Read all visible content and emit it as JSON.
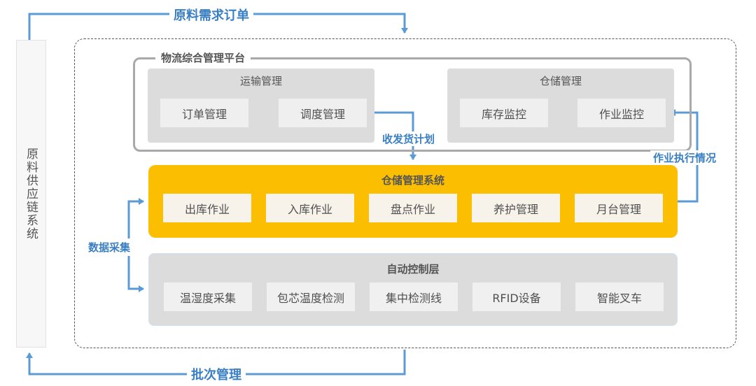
{
  "colors": {
    "arrow": "#5b9bd5",
    "label": "#3a7fc2",
    "wms_fill": "#fbbe00",
    "box_fill": "#dcdcdc"
  },
  "labels": {
    "order": "原料需求订单",
    "batch": "批次管理",
    "plan": "收发货计划",
    "exec": "作业执行情况",
    "collect": "数据采集"
  },
  "supply": {
    "title": "原料供应链系统"
  },
  "platform": {
    "title": "物流综合管理平台",
    "transport": {
      "title": "运输管理",
      "items": [
        "订单管理",
        "调度管理"
      ]
    },
    "storage": {
      "title": "仓储管理",
      "items": [
        "库存监控",
        "作业监控"
      ]
    }
  },
  "wms": {
    "title": "仓储管理系统",
    "items": [
      "出库作业",
      "入库作业",
      "盘点作业",
      "养护管理",
      "月台管理"
    ]
  },
  "auto": {
    "title": "自动控制层",
    "items": [
      "温湿度采集",
      "包芯温度检测",
      "集中检测线",
      "RFID设备",
      "智能叉车"
    ]
  }
}
